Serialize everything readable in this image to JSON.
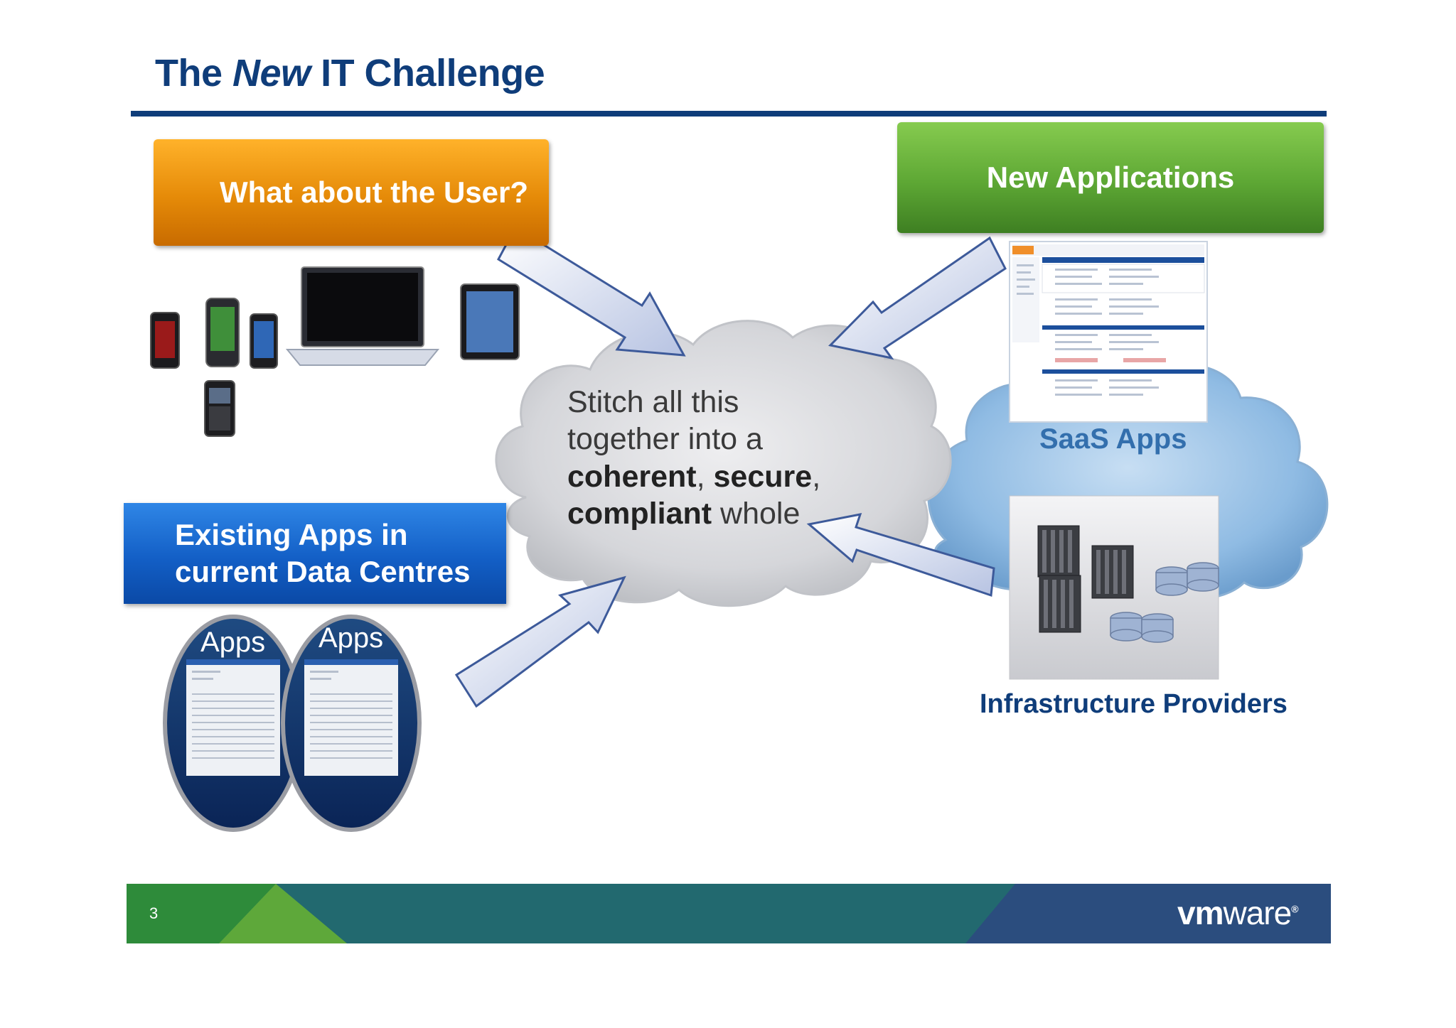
{
  "slide": {
    "title_pre": "The ",
    "title_em": "New",
    "title_post": " IT Challenge",
    "page_number": "3"
  },
  "callouts": {
    "user": "What about the User?",
    "new_applications": "New Applications",
    "existing_line1": "Existing Apps in",
    "existing_line2": "current Data Centres"
  },
  "cloud": {
    "line1": "Stitch all this",
    "line2": "together into a",
    "bold1": "coherent",
    "sep1": ", ",
    "bold2": "secure",
    "sep2": ",",
    "bold3": "compliant",
    "tail": " whole"
  },
  "labels": {
    "saas": "SaaS Apps",
    "infrastructure": "Infrastructure Providers",
    "apps_1": "Apps",
    "apps_2": "Apps"
  },
  "logo": {
    "bold": "vm",
    "light": "ware",
    "reg": "®"
  },
  "colors": {
    "title_blue": "#0f3d7a",
    "orange": "#f29a12",
    "green": "#5da734",
    "blue": "#135fc6",
    "footer_green": "#2e8b3a",
    "footer_teal": "#22696f",
    "footer_navy": "#2b4d7e"
  }
}
